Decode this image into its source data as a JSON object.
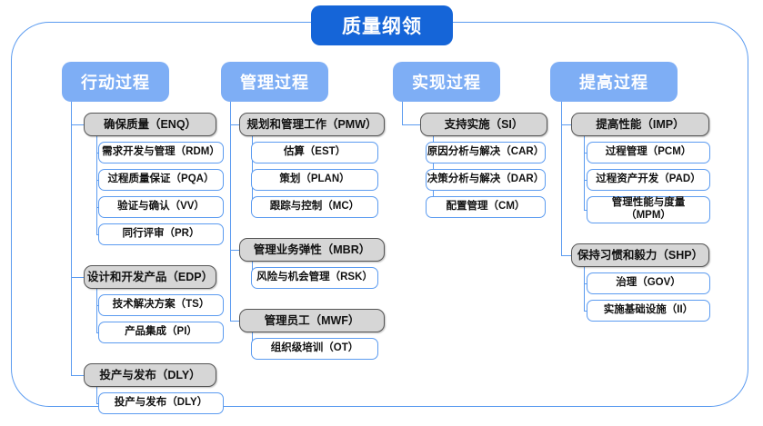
{
  "diagram": {
    "type": "tree",
    "root": {
      "label": "质量纲领"
    },
    "columns": [
      {
        "id": "col-action",
        "header": "行动过程",
        "groups": [
          {
            "label": "确保质量（ENQ）",
            "children": [
              "需求开发与管理（RDM）",
              "过程质量保证（PQA）",
              "验证与确认（VV）",
              "同行评审（PR）"
            ]
          },
          {
            "label": "设计和开发产品（EDP）",
            "children": [
              "技术解决方案（TS）",
              "产品集成（PI）"
            ]
          },
          {
            "label": "投产与发布（DLY）",
            "children": [
              "投产与发布（DLY）"
            ]
          }
        ]
      },
      {
        "id": "col-manage",
        "header": "管理过程",
        "groups": [
          {
            "label": "规划和管理工作（PMW）",
            "children": [
              "估算（EST）",
              "策划（PLAN）",
              "跟踪与控制（MC）"
            ]
          },
          {
            "label": "管理业务弹性（MBR）",
            "children": [
              "风险与机会管理（RSK）"
            ]
          },
          {
            "label": "管理员工（MWF）",
            "children": [
              "组织级培训（OT）"
            ]
          }
        ]
      },
      {
        "id": "col-implement",
        "header": "实现过程",
        "groups": [
          {
            "label": "支持实施（SI）",
            "children": [
              "原因分析与解决（CAR）",
              "决策分析与解决（DAR）",
              "配置管理（CM）"
            ]
          }
        ]
      },
      {
        "id": "col-improve",
        "header": "提高过程",
        "groups": [
          {
            "label": "提高性能（IMP）",
            "children": [
              "过程管理（PCM）",
              "过程资产开发（PAD）",
              "管理性能与度量（MPM）"
            ]
          },
          {
            "label": "保持习惯和毅力（SHP）",
            "children": [
              "治理（GOV）",
              "实施基础设施（II）"
            ]
          }
        ]
      }
    ],
    "colors": {
      "root_fill": "#1565d8",
      "header_fill": "#7eaef5",
      "category_fill": "#d6d6d6",
      "category_border": "#555555",
      "leaf_fill": "#ffffff",
      "leaf_border": "#5b9bf0",
      "connector": "#5b9bf0",
      "frame": "#5b9bf0",
      "text_light": "#ffffff",
      "text_dark": "#111111"
    }
  }
}
